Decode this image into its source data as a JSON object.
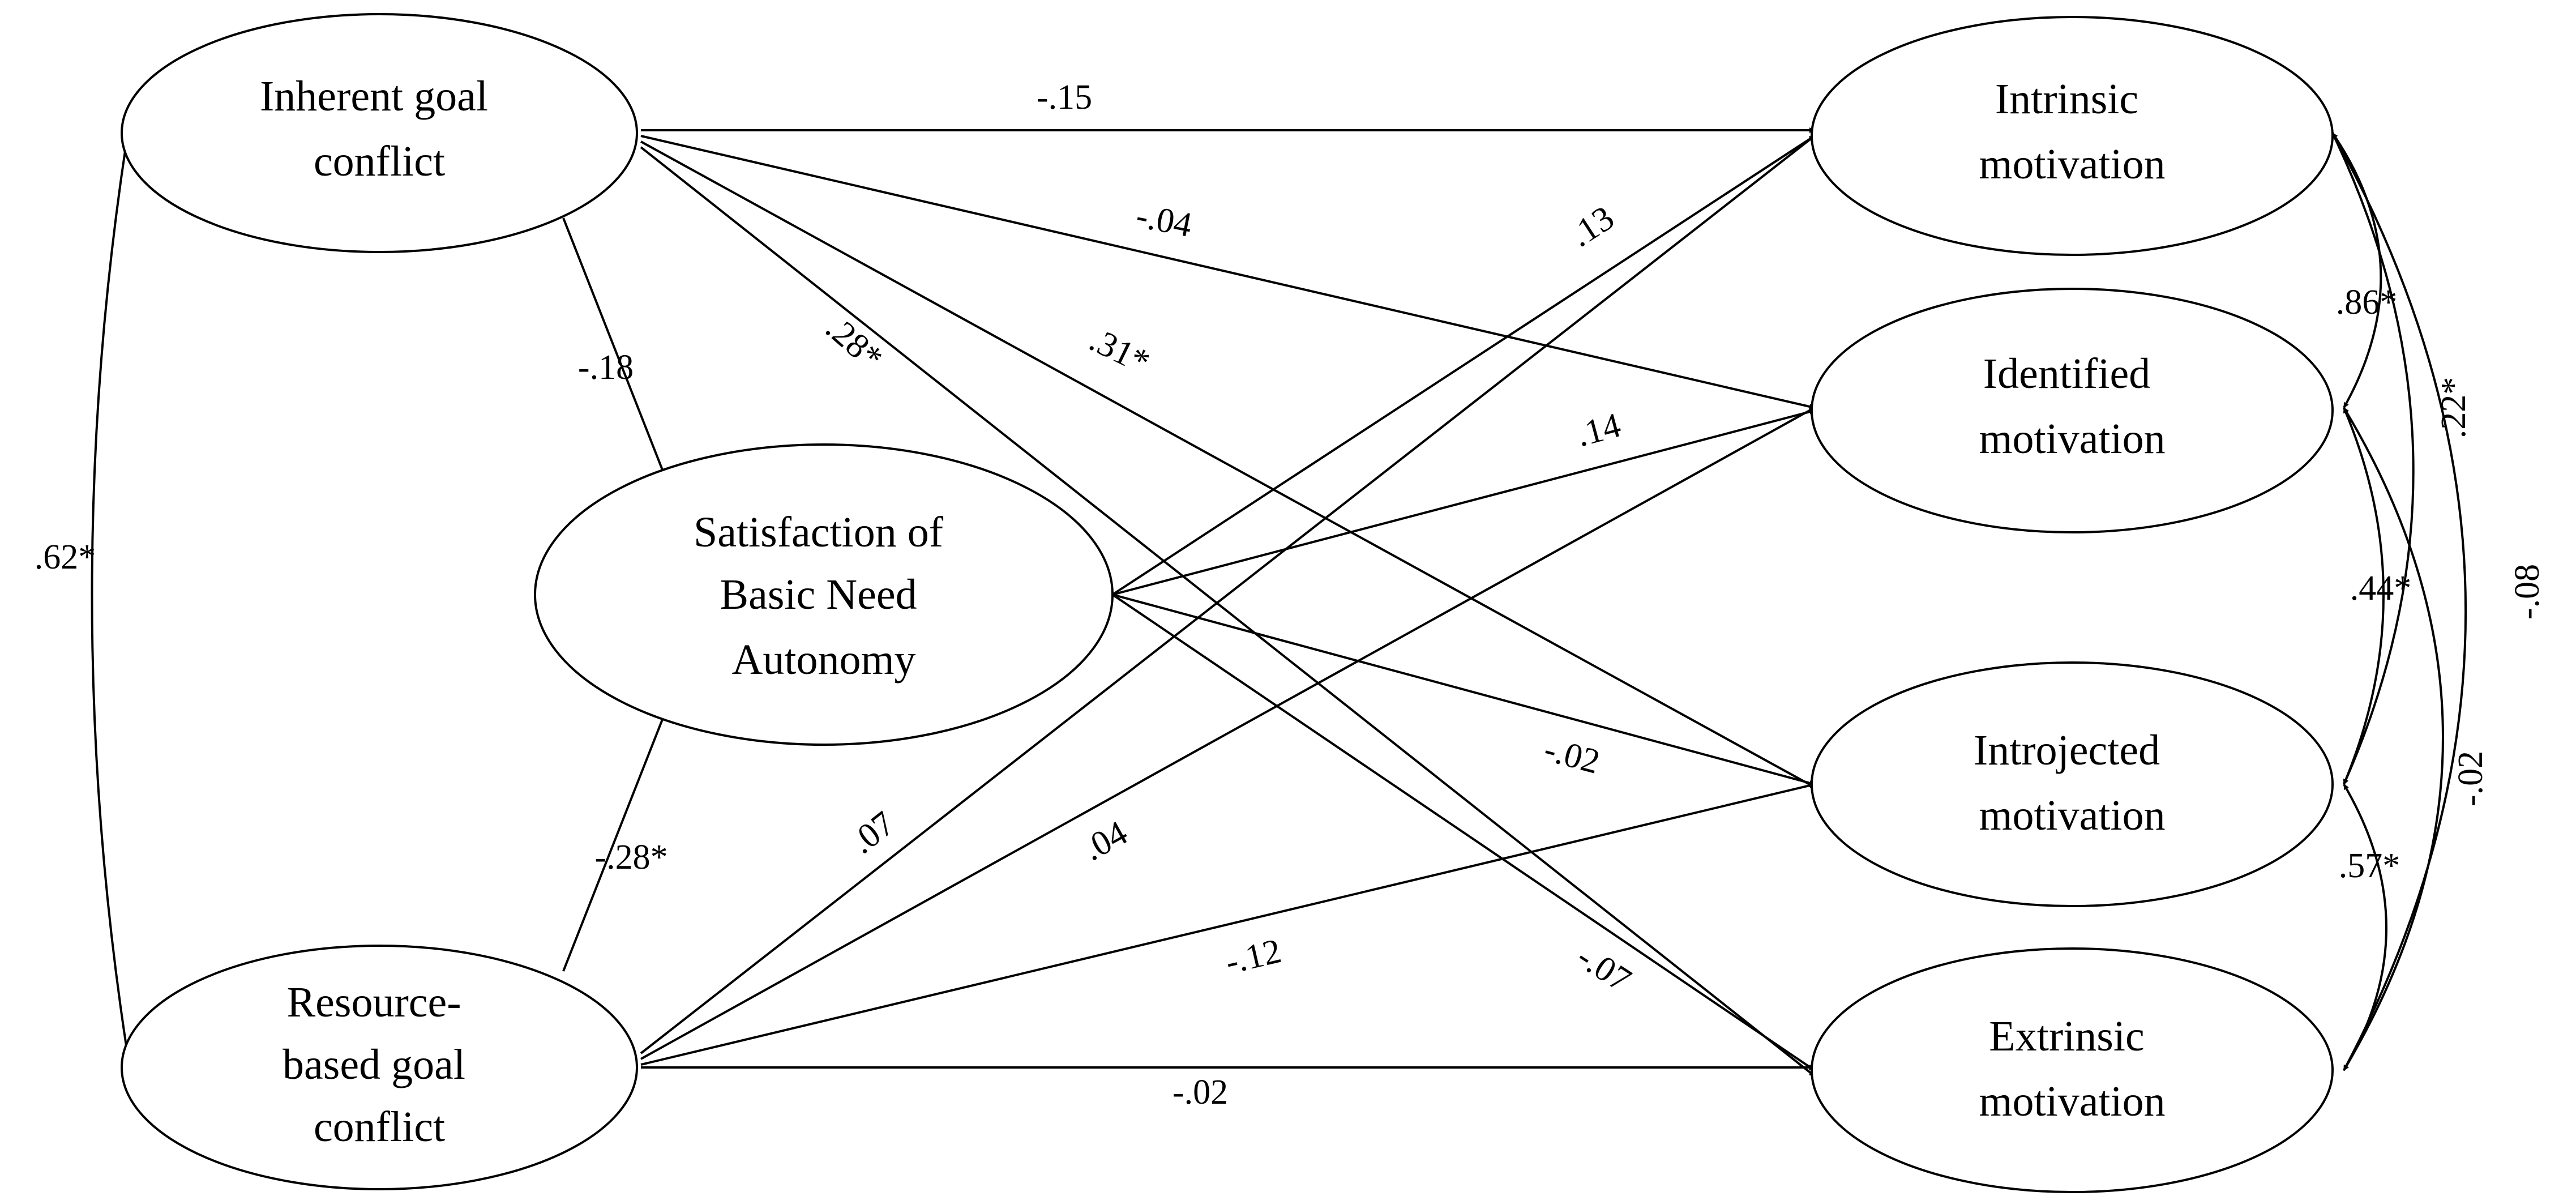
{
  "nodes": {
    "inherent": {
      "lines": [
        "Inherent goal",
        "conflict"
      ]
    },
    "resource": {
      "lines": [
        "Resource-",
        "based goal",
        "conflict"
      ]
    },
    "autonomy": {
      "lines": [
        "Satisfaction of",
        "Basic Need",
        "Autonomy"
      ]
    },
    "intrinsic": {
      "lines": [
        "Intrinsic",
        "motivation"
      ]
    },
    "identified": {
      "lines": [
        "Identified",
        "motivation"
      ]
    },
    "introjected": {
      "lines": [
        "Introjected",
        "motivation"
      ]
    },
    "extrinsic": {
      "lines": [
        "Extrinsic",
        "motivation"
      ]
    }
  },
  "paths": {
    "inherent_intrinsic": "-.15",
    "inherent_identified": "-.04",
    "inherent_introjected": ".31*",
    "inherent_extrinsic": ".28*",
    "inherent_autonomy": "-.18",
    "resource_autonomy": "-.28*",
    "resource_intrinsic": ".07",
    "resource_identified": ".04",
    "resource_introjected": "-.12",
    "resource_extrinsic": "-.02",
    "autonomy_intrinsic": ".13",
    "autonomy_identified": ".14",
    "autonomy_introjected": "-.02",
    "autonomy_extrinsic": "-.07"
  },
  "correlations": {
    "inherent_resource": ".62*",
    "intrinsic_identified": ".86*",
    "intrinsic_introjected": ".22*",
    "intrinsic_extrinsic": "-.08",
    "identified_introjected": ".44*",
    "identified_extrinsic": "-.02",
    "introjected_extrinsic": ".57*"
  }
}
